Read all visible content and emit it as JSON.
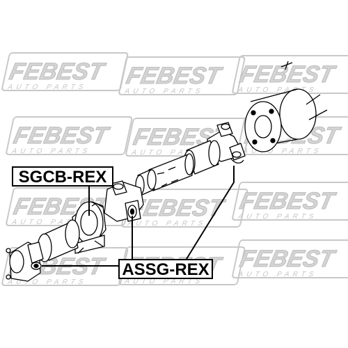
{
  "watermark": {
    "brand": "FEBEST",
    "sub": "AUTO PARTS",
    "color": "#cfcfcf"
  },
  "labels": {
    "part1": "SGCB-REX",
    "part2": "ASSG-REX"
  }
}
